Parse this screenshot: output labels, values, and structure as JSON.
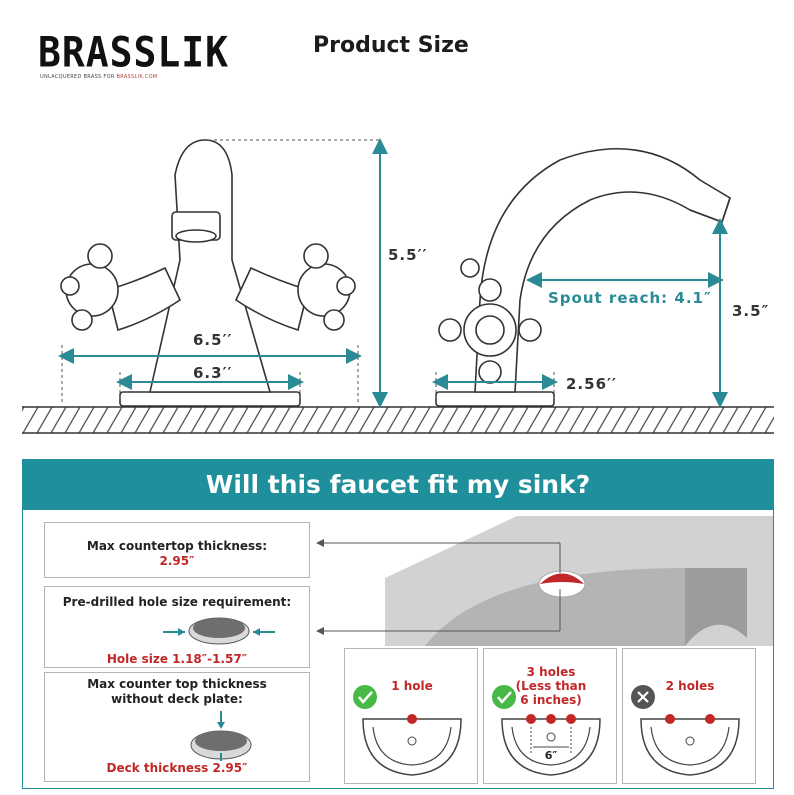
{
  "brand": {
    "logo": "BRASSLIK",
    "tagline_prefix": "UNLACQUERED BRASS FOR",
    "tagline_suffix": "BRASSLIK.COM"
  },
  "title": "Product Size",
  "dimensions": {
    "front_width_outer": "6.5′′",
    "front_width_base": "6.3′′",
    "height": "5.5′′",
    "spout_reach": "Spout reach: 4.1″",
    "spout_height": "3.5″",
    "base_depth": "2.56′′"
  },
  "fit": {
    "banner": "Will this faucet fit my sink?",
    "countertop_label": "Max countertop thickness:",
    "countertop_value": "2.95″",
    "hole_label": "Pre-drilled hole size requirement:",
    "hole_value": "Hole size 1.18″-1.57″",
    "deck_label_1": "Max counter top thickness",
    "deck_label_2": "without deck plate:",
    "deck_value": "Deck thickness 2.95″"
  },
  "sinks": [
    {
      "label": "1 hole",
      "status": "check"
    },
    {
      "label_1": "3 holes",
      "label_2": "(Less than",
      "label_3": "6 inches)",
      "spacing": "6″",
      "status": "check"
    },
    {
      "label": "2 holes",
      "status": "cross"
    }
  ],
  "colors": {
    "teal": "#1f8f9b",
    "accent_red": "#c22727",
    "check_green": "#46b946",
    "cross_gray": "#555555"
  }
}
